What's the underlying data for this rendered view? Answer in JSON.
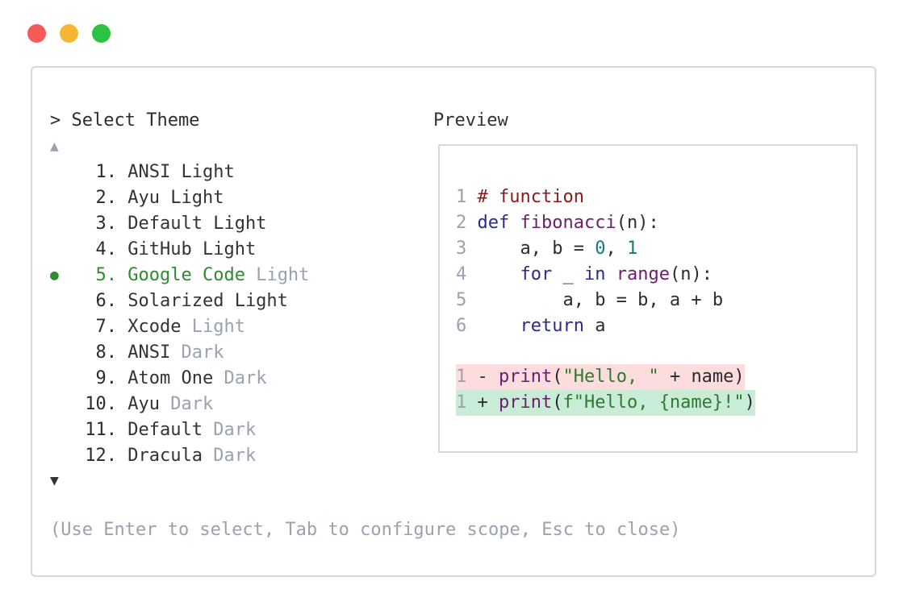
{
  "window": {
    "controls": [
      {
        "name": "close",
        "color": "#f25b58"
      },
      {
        "name": "minimize",
        "color": "#f5b731"
      },
      {
        "name": "maximize",
        "color": "#2dc241"
      }
    ]
  },
  "picker": {
    "title": "> Select Theme",
    "scroll_up": "▲",
    "scroll_down": "▼",
    "selected_marker": "●",
    "items": [
      {
        "num": "1.",
        "name": "ANSI Light",
        "suffix": ""
      },
      {
        "num": "2.",
        "name": "Ayu Light",
        "suffix": ""
      },
      {
        "num": "3.",
        "name": "Default Light",
        "suffix": ""
      },
      {
        "num": "4.",
        "name": "GitHub Light",
        "suffix": ""
      },
      {
        "num": "5.",
        "name": "Google Code",
        "suffix": " Light"
      },
      {
        "num": "6.",
        "name": "Solarized Light",
        "suffix": ""
      },
      {
        "num": "7.",
        "name": "Xcode",
        "suffix": " Light"
      },
      {
        "num": "8.",
        "name": "ANSI",
        "suffix": " Dark"
      },
      {
        "num": "9.",
        "name": "Atom One",
        "suffix": " Dark"
      },
      {
        "num": "10.",
        "name": "Ayu",
        "suffix": " Dark"
      },
      {
        "num": "11.",
        "name": "Default",
        "suffix": " Dark"
      },
      {
        "num": "12.",
        "name": "Dracula",
        "suffix": " Dark"
      }
    ],
    "hint": "(Use Enter to select, Tab to configure scope, Esc to close)"
  },
  "preview": {
    "title": "Preview",
    "lines": [
      {
        "ln": "1",
        "parts": [
          {
            "t": " ",
            "c": ""
          },
          {
            "t": "# function",
            "c": "cm"
          }
        ]
      },
      {
        "ln": "2",
        "parts": [
          {
            "t": " ",
            "c": ""
          },
          {
            "t": "def",
            "c": "kw"
          },
          {
            "t": " ",
            "c": ""
          },
          {
            "t": "fibonacci",
            "c": "fn"
          },
          {
            "t": "(n):",
            "c": ""
          }
        ]
      },
      {
        "ln": "3",
        "parts": [
          {
            "t": "     a, b = ",
            "c": ""
          },
          {
            "t": "0",
            "c": "nm"
          },
          {
            "t": ", ",
            "c": ""
          },
          {
            "t": "1",
            "c": "nm"
          }
        ]
      },
      {
        "ln": "4",
        "parts": [
          {
            "t": "     ",
            "c": ""
          },
          {
            "t": "for",
            "c": "kw"
          },
          {
            "t": " _ ",
            "c": ""
          },
          {
            "t": "in",
            "c": "kw"
          },
          {
            "t": " ",
            "c": ""
          },
          {
            "t": "range",
            "c": "fn"
          },
          {
            "t": "(n):",
            "c": ""
          }
        ]
      },
      {
        "ln": "5",
        "parts": [
          {
            "t": "         a, b = b, a + b",
            "c": ""
          }
        ]
      },
      {
        "ln": "6",
        "parts": [
          {
            "t": "     ",
            "c": ""
          },
          {
            "t": "return",
            "c": "kw"
          },
          {
            "t": " a",
            "c": ""
          }
        ]
      }
    ],
    "diff": [
      {
        "kind": "del",
        "ln": "1",
        "parts": [
          {
            "t": " - ",
            "c": ""
          },
          {
            "t": "print",
            "c": "fn"
          },
          {
            "t": "(",
            "c": ""
          },
          {
            "t": "\"Hello, \"",
            "c": "str"
          },
          {
            "t": " + name)",
            "c": ""
          }
        ]
      },
      {
        "kind": "add",
        "ln": "1",
        "parts": [
          {
            "t": " + ",
            "c": ""
          },
          {
            "t": "print",
            "c": "fn"
          },
          {
            "t": "(",
            "c": ""
          },
          {
            "t": "f\"Hello, {name}!\"",
            "c": "str"
          },
          {
            "t": ")",
            "c": ""
          }
        ]
      }
    ],
    "colors": {
      "keyword": "#2a2a8c",
      "function": "#6b1f6b",
      "comment": "#8b1a1a",
      "number": "#1a7a7a",
      "string": "#2e7a2e",
      "diff_removed_bg": "#fcdcdc",
      "diff_added_bg": "#c9ecd7",
      "selected": "#2e8b2e"
    }
  }
}
